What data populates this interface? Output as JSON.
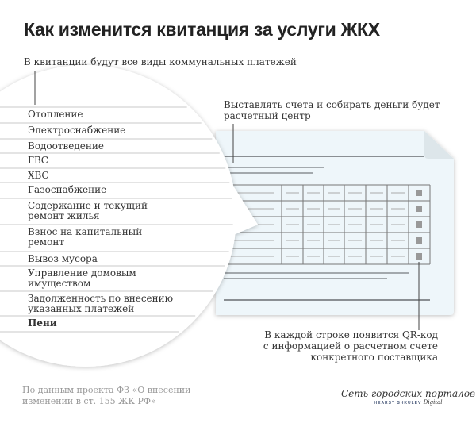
{
  "title": "Как изменится квитанция за услуги ЖКХ",
  "subtitle": "В квитанции будут все виды коммунальных платежей",
  "items": [
    "Отопление",
    "Электроснабжение",
    "Водоотведение",
    "ГВС",
    "ХВС",
    "Газоснабжение",
    "Содержание и текущий ремонт жилья",
    "Взнос на капитальный ремонт",
    "Вывоз мусора",
    "Управление домовым имуществом",
    "Задолженность по внесению указанных платежей",
    "Пени"
  ],
  "note_top": "Выставлять счета и собирать деньги будет расчетный центр",
  "note_bottom": "В каждой строке появится QR-код с информацией о расчетном счете конкретного поставщика",
  "source": "По данным проекта ФЗ «О внесении изменений в ст. 155 ЖК РФ»",
  "logo": {
    "line1": "Сеть городских порталов",
    "line2": "HEARST SHKULEV",
    "line3": "Digital"
  }
}
